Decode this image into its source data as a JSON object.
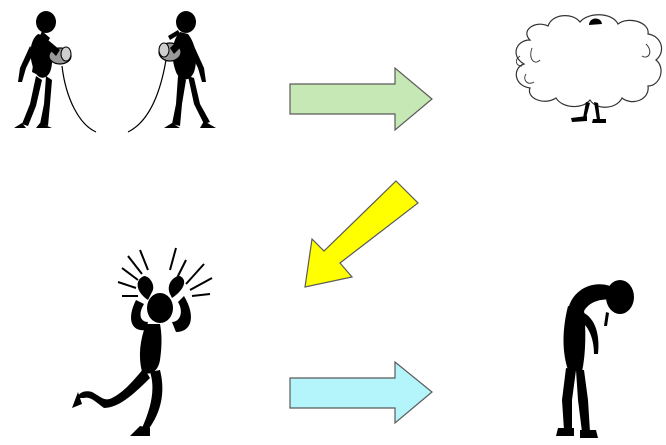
{
  "colors": {
    "background": "#ffffff",
    "figure": "#000000",
    "can": "#9a9a9a",
    "arrow_green": "#c6e8b4",
    "arrow_yellow": "#ffff00",
    "arrow_cyan": "#b3f5fb",
    "arrow_outline": "#5a5a5a",
    "cloud_outline": "#333333"
  },
  "panels": [
    {
      "name": "tin-can-telephone-pair",
      "icon": "tin-can-telephone-icon"
    },
    {
      "name": "arrow-right-green",
      "icon": "arrow-right-icon"
    },
    {
      "name": "figure-in-thought-cloud",
      "icon": "thought-cloud-icon"
    },
    {
      "name": "arrow-down-left-yellow",
      "icon": "arrow-down-left-icon"
    },
    {
      "name": "frustrated-figure",
      "icon": "frustrated-person-icon"
    },
    {
      "name": "arrow-right-cyan",
      "icon": "arrow-right-icon"
    },
    {
      "name": "dejected-figure",
      "icon": "dejected-person-icon"
    }
  ]
}
